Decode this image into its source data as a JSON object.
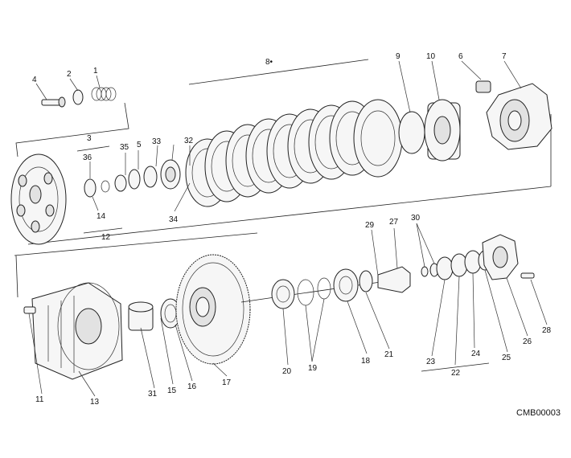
{
  "diagram": {
    "code": "CMB00003",
    "callouts": {
      "c1": "1",
      "c2": "2",
      "c3": "3",
      "c4": "4",
      "c5": "5",
      "c6": "6",
      "c7": "7",
      "c8": "8•",
      "c9": "9",
      "c10": "10",
      "c11": "11",
      "c12": "12",
      "c13": "13",
      "c14": "14",
      "c15": "15",
      "c16": "16",
      "c17": "17",
      "c18": "18",
      "c19": "19",
      "c20": "20",
      "c21": "21",
      "c22": "22",
      "c23": "23",
      "c24": "24",
      "c25": "25",
      "c26": "26",
      "c27": "27",
      "c28": "28",
      "c29": "29",
      "c30": "30",
      "c31": "31",
      "c32": "32",
      "c33": "33",
      "c34": "34",
      "c35": "35",
      "c36": "36"
    }
  }
}
